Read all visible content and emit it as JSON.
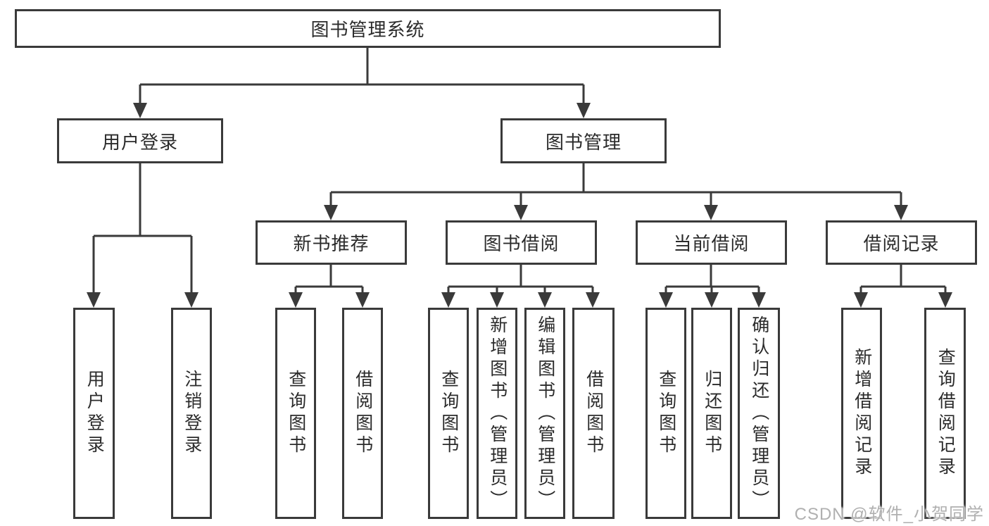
{
  "diagram": {
    "root": {
      "label": "图书管理系统"
    },
    "level2": [
      {
        "label": "用户登录"
      },
      {
        "label": "图书管理"
      }
    ],
    "level3": [
      {
        "label": "新书推荐",
        "parent": "图书管理"
      },
      {
        "label": "图书借阅",
        "parent": "图书管理"
      },
      {
        "label": "当前借阅",
        "parent": "图书管理"
      },
      {
        "label": "借阅记录",
        "parent": "图书管理"
      }
    ],
    "leaves": [
      {
        "label": "用户登录",
        "parent": "用户登录"
      },
      {
        "label": "注销登录",
        "parent": "用户登录"
      },
      {
        "label": "查询图书",
        "parent": "新书推荐"
      },
      {
        "label": "借阅图书",
        "parent": "新书推荐"
      },
      {
        "label": "查询图书",
        "parent": "图书借阅"
      },
      {
        "label": "新增图书（管理员）",
        "parent": "图书借阅"
      },
      {
        "label": "编辑图书（管理员）",
        "parent": "图书借阅"
      },
      {
        "label": "借阅图书",
        "parent": "图书借阅"
      },
      {
        "label": "查询图书",
        "parent": "当前借阅"
      },
      {
        "label": "归还图书",
        "parent": "当前借阅"
      },
      {
        "label": "确认归还（管理员）",
        "parent": "当前借阅"
      },
      {
        "label": "新增借阅记录",
        "parent": "借阅记录"
      },
      {
        "label": "查询借阅记录",
        "parent": "借阅记录"
      }
    ]
  },
  "watermark": {
    "text": "CSDN @软件_小贺同学"
  },
  "colors": {
    "line": "#3a3a3a",
    "text": "#2b2b2b",
    "background": "#ffffff",
    "watermark": "#b0b0b0"
  }
}
